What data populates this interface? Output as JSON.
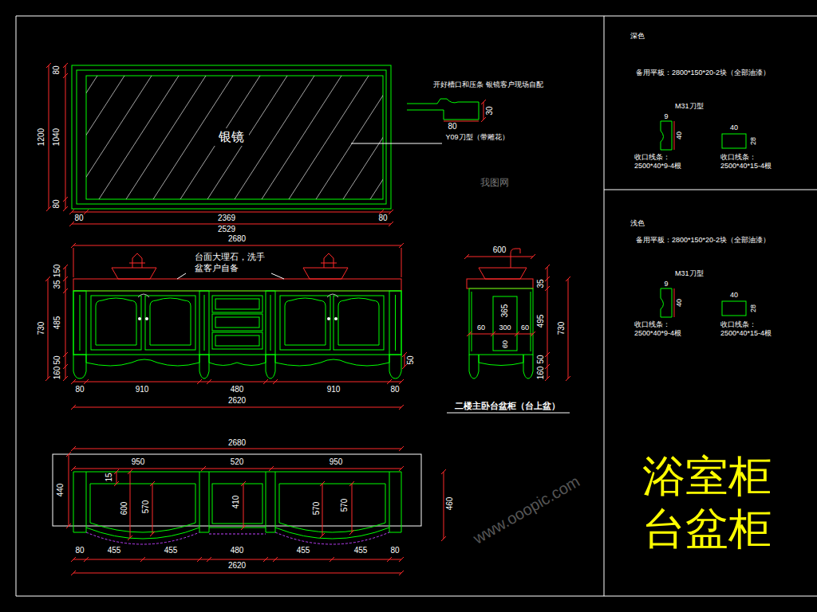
{
  "diagram": {
    "title": "浴室柜 台盆柜",
    "nodes": [
      {
        "text": [
          "银镜"
        ]
      },
      {
        "text": [
          "深色",
          "备用平板：2800*150*20-2块（全部油漆）",
          "M31刀型",
          "收口线条： 2500*40*9-4根",
          "收口线条： 2500*40*15-4根"
        ]
      },
      {
        "text": [
          "浅色",
          "备用平板：2800*150*20-2块（全部油漆）",
          "M31刀型",
          "收口线条： 2500*40*9-4根",
          "收口线条： 2500*40*15-4根"
        ]
      }
    ],
    "labels": [
      "80",
      "1200",
      "1040",
      "80",
      "80",
      "2369",
      "80",
      "2529",
      "开好槽口和压条 银镜客户现场自配",
      "80",
      "30",
      "Y09刀型（带雕花）",
      "2680",
      "台面大理石，洗手盆客户自备",
      "35",
      "150",
      "485",
      "730",
      "160",
      "50",
      "50",
      "80",
      "910",
      "480",
      "910",
      "80",
      "2620",
      "600",
      "35",
      "365",
      "495",
      "730",
      "60",
      "300",
      "60",
      "60",
      "160",
      "50",
      "二楼主卧台盆柜（台上盆）",
      "2680",
      "950",
      "520",
      "950",
      "15",
      "440",
      "600",
      "570",
      "410",
      "570",
      "570",
      "460",
      "80",
      "455",
      "455",
      "480",
      "455",
      "455",
      "80",
      "2620",
      "9",
      "40",
      "40",
      "28",
      "9",
      "40",
      "40",
      "28",
      "我图网",
      "www.ooopic.com"
    ]
  }
}
